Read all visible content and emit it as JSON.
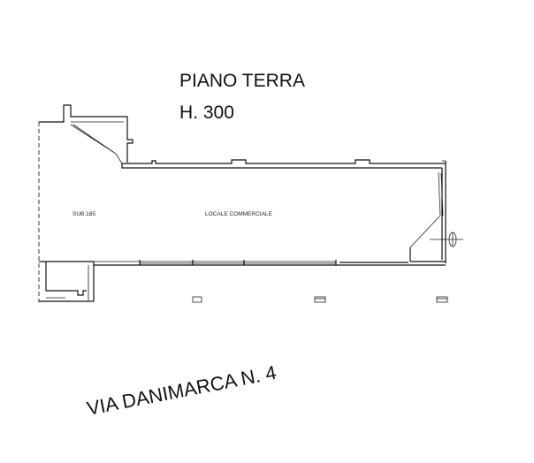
{
  "header": {
    "floor_label": "PIANO TERRA",
    "height_label": "H. 300"
  },
  "plan": {
    "unit_label": "SUB.185",
    "room_label": "LOCALE COMMERCIALE"
  },
  "street_label": "VIA DANIMARCA N. 4"
}
